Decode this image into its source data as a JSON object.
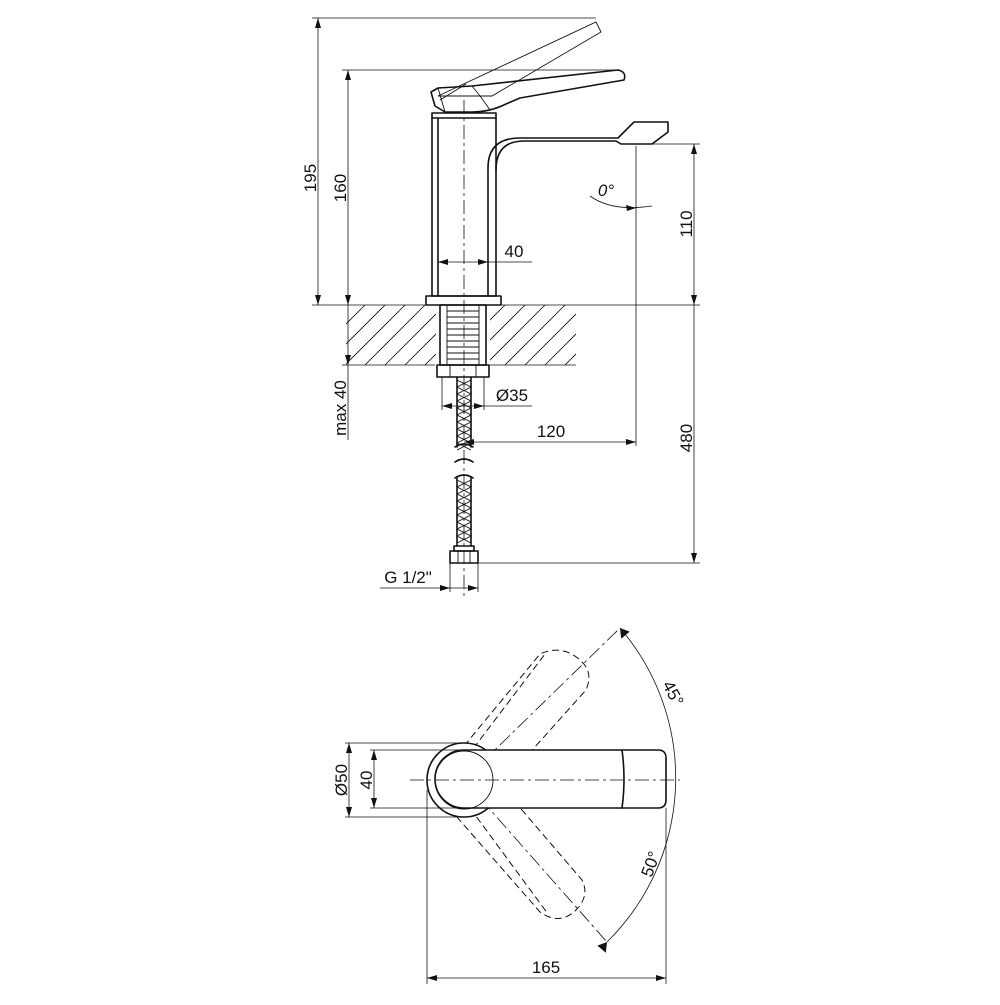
{
  "front_view": {
    "dim_195": "195",
    "dim_160": "160",
    "dim_110": "110",
    "dim_40": "40",
    "dim_35": "Ø35",
    "dim_120": "120",
    "dim_480": "480",
    "dim_max40": "max 40",
    "angle_0": "0°",
    "thread": "G 1/2\""
  },
  "top_view": {
    "dim_50": "Ø50",
    "dim_40": "40",
    "dim_165": "165",
    "angle_45": "45°",
    "angle_50": "50°"
  }
}
